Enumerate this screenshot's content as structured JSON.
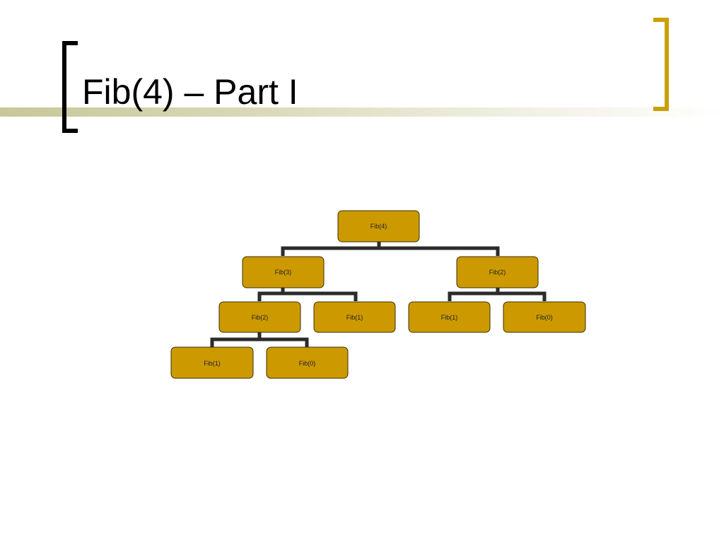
{
  "slide": {
    "title": "Fib(4) – Part I",
    "accent_color": "#c9a007",
    "rule_color": "#c7c79a"
  },
  "tree": {
    "node_fill": "#cc9900",
    "nodes": [
      {
        "id": "n1",
        "label": "Fib(4)"
      },
      {
        "id": "n2",
        "label": "Fib(3)",
        "parent": "n1"
      },
      {
        "id": "n3",
        "label": "Fib(2)",
        "parent": "n1"
      },
      {
        "id": "n4",
        "label": "Fib(2)",
        "parent": "n2"
      },
      {
        "id": "n5",
        "label": "Fib(1)",
        "parent": "n2"
      },
      {
        "id": "n6",
        "label": "Fib(1)",
        "parent": "n3"
      },
      {
        "id": "n7",
        "label": "Fib(0)",
        "parent": "n3"
      },
      {
        "id": "n8",
        "label": "Fib(1)",
        "parent": "n4"
      },
      {
        "id": "n9",
        "label": "Fib(0)",
        "parent": "n4"
      }
    ]
  }
}
